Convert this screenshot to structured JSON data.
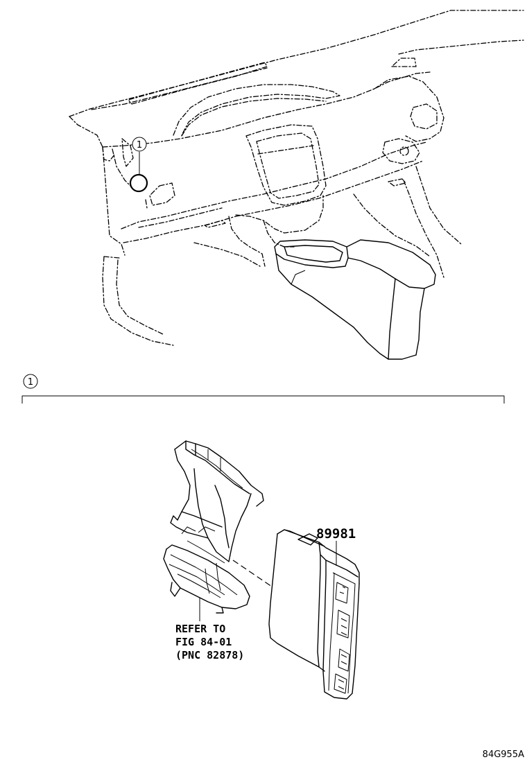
{
  "callout": {
    "marker": "1"
  },
  "section": {
    "marker": "1"
  },
  "parts": [
    {
      "part_number": "89981"
    }
  ],
  "reference_note": {
    "line1": "REFER TO",
    "line2": "FIG 84-01",
    "line3": "(PNC 82878)"
  },
  "figure_id": "84G955A"
}
